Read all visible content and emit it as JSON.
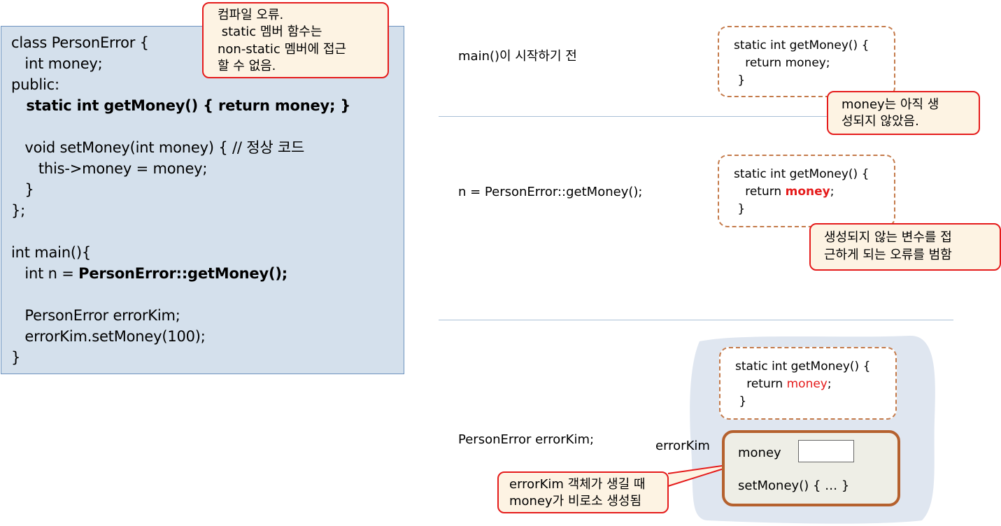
{
  "code": {
    "lines": [
      "class PersonError {",
      "   int money;",
      "public:",
      "   static int getMoney() { return money; }",
      "",
      "   void setMoney(int money) { // 정상 코드",
      "      this->money = money;",
      "   }",
      "};",
      "",
      "int main(){",
      "   int n = ",
      "PersonError::getMoney();",
      "",
      "   PersonError errorKim;",
      "   errorKim.setMoney(100);",
      "}"
    ]
  },
  "compile_error_callout": {
    "lines": [
      "컴파일 오류.",
      " static 멤버 함수는",
      "non-static 멤버에 접근",
      "할 수 없음."
    ]
  },
  "section1": {
    "label": "main()이 시작하기 전",
    "func_lines": [
      "static int getMoney() {",
      "   return money;",
      " }"
    ],
    "callout_lines": [
      "money는 아직 생",
      "성되지 않았음."
    ]
  },
  "section2": {
    "label": "n = PersonError::getMoney();",
    "func_line1": "static int getMoney() {",
    "func_return_prefix": "   return ",
    "func_return_var": "money",
    "func_return_suffix": ";",
    "func_line3": " }",
    "callout_lines": [
      "생성되지 않는 변수를 접",
      "근하게 되는 오류를 범함"
    ]
  },
  "section3": {
    "label": "PersonError errorKim;",
    "func_line1": "static int getMoney() {",
    "func_return_prefix": "   return ",
    "func_return_var": "money",
    "func_return_suffix": ";",
    "func_line3": " }",
    "object_name": "errorKim",
    "field_label": "money",
    "method_label": "setMoney() { … }",
    "callout_lines": [
      "errorKim 객체가 생길 때",
      "money가 비로소 생성됨"
    ]
  },
  "colors": {
    "code_bg": "#d4e0ec",
    "accent_red": "#e51b1b",
    "callout_bg": "#fdf3e3",
    "dash_border": "#c47a4a",
    "object_border": "#b5612e",
    "object_bg": "#eeeee6"
  }
}
